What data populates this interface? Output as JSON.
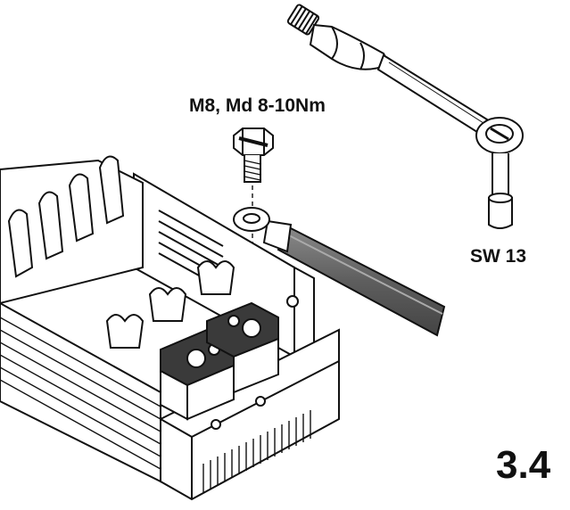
{
  "labels": {
    "bolt_spec": "M8, Md 8-10Nm",
    "wrench_size": "SW 13",
    "section_number": "3.4"
  },
  "colors": {
    "line": "#111111",
    "terminal_block": "#3a3a3a",
    "cable_insulation": "#6b6b6b",
    "background": "#ffffff"
  },
  "icons": {
    "tool": "socket-wrench-icon",
    "fastener": "bolt-icon",
    "connector": "cable-lug-icon"
  }
}
